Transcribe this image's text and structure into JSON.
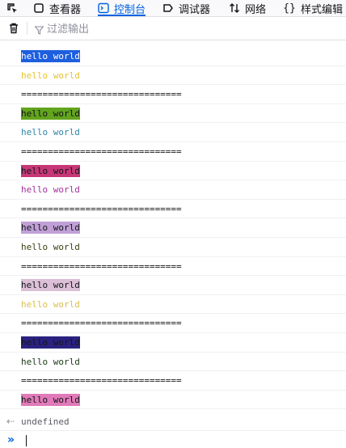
{
  "tabs": [
    {
      "label": "",
      "icon": "element-picker-icon",
      "selected": false
    },
    {
      "label": "查看器",
      "icon": "inspector-icon",
      "selected": false
    },
    {
      "label": "控制台",
      "icon": "console-icon",
      "selected": true
    },
    {
      "label": "调试器",
      "icon": "debugger-icon",
      "selected": false
    },
    {
      "label": "网络",
      "icon": "network-icon",
      "selected": false
    },
    {
      "label": "样式编辑",
      "icon": "style-editor-icon",
      "selected": false
    }
  ],
  "toolbar": {
    "clear_icon": "trash-icon",
    "filter_icon": "filter-icon",
    "filter_placeholder": "过滤输出"
  },
  "messages": [
    {
      "text": "hello world",
      "color": "#ffffff",
      "bg": "#1e5fe0"
    },
    {
      "text": "hello world",
      "color": "#e6c230",
      "bg": ""
    },
    {
      "text": "==============================",
      "color": "#15141a",
      "bg": ""
    },
    {
      "text": "hello world",
      "color": "#15141a",
      "bg": "#62a41d"
    },
    {
      "text": "hello world",
      "color": "#2e86a8",
      "bg": ""
    },
    {
      "text": "==============================",
      "color": "#15141a",
      "bg": ""
    },
    {
      "text": "hello world",
      "color": "#15141a",
      "bg": "#c73777"
    },
    {
      "text": "hello world",
      "color": "#a2329a",
      "bg": ""
    },
    {
      "text": "==============================",
      "color": "#15141a",
      "bg": ""
    },
    {
      "text": "hello world",
      "color": "#15141a",
      "bg": "#c0a0d6"
    },
    {
      "text": "hello world",
      "color": "#3a4010",
      "bg": ""
    },
    {
      "text": "==============================",
      "color": "#15141a",
      "bg": ""
    },
    {
      "text": "hello world",
      "color": "#15141a",
      "bg": "#dcc0d8"
    },
    {
      "text": "hello world",
      "color": "#d6c050",
      "bg": ""
    },
    {
      "text": "==============================",
      "color": "#15141a",
      "bg": ""
    },
    {
      "text": "hello world",
      "color": "#15141a",
      "bg": "#2a2180"
    },
    {
      "text": "hello world",
      "color": "#1a3a14",
      "bg": ""
    },
    {
      "text": "==============================",
      "color": "#15141a",
      "bg": ""
    },
    {
      "text": "hello world",
      "color": "#15141a",
      "bg": "#e07ab8"
    }
  ],
  "result": {
    "icon": "result-arrow-icon",
    "text": "undefined"
  },
  "input": {
    "prompt_icon": "chevron-double-right-icon"
  },
  "colors": {
    "accent": "#0061e0",
    "tabbar_bg": "#f9f9fb",
    "border": "#e0e0e6"
  }
}
